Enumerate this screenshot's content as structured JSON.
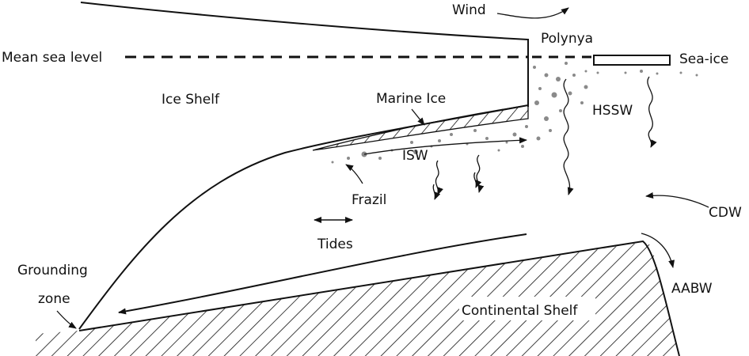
{
  "labels": {
    "wind": "Wind",
    "polynya": "Polynya",
    "mean_sea_level": "Mean sea level",
    "sea_ice": "Sea-ice",
    "ice_shelf": "Ice Shelf",
    "marine_ice": "Marine Ice",
    "hssw": "HSSW",
    "isw": "ISW",
    "frazil": "Frazil",
    "cdw": "CDW",
    "tides": "Tides",
    "grounding_line1": "Grounding",
    "grounding_line2": "zone",
    "aabw": "AABW",
    "continental_shelf": "Continental Shelf"
  },
  "colors": {
    "ink": "#111111",
    "ice_crystals": "#8a8a8a",
    "background": "#ffffff"
  }
}
